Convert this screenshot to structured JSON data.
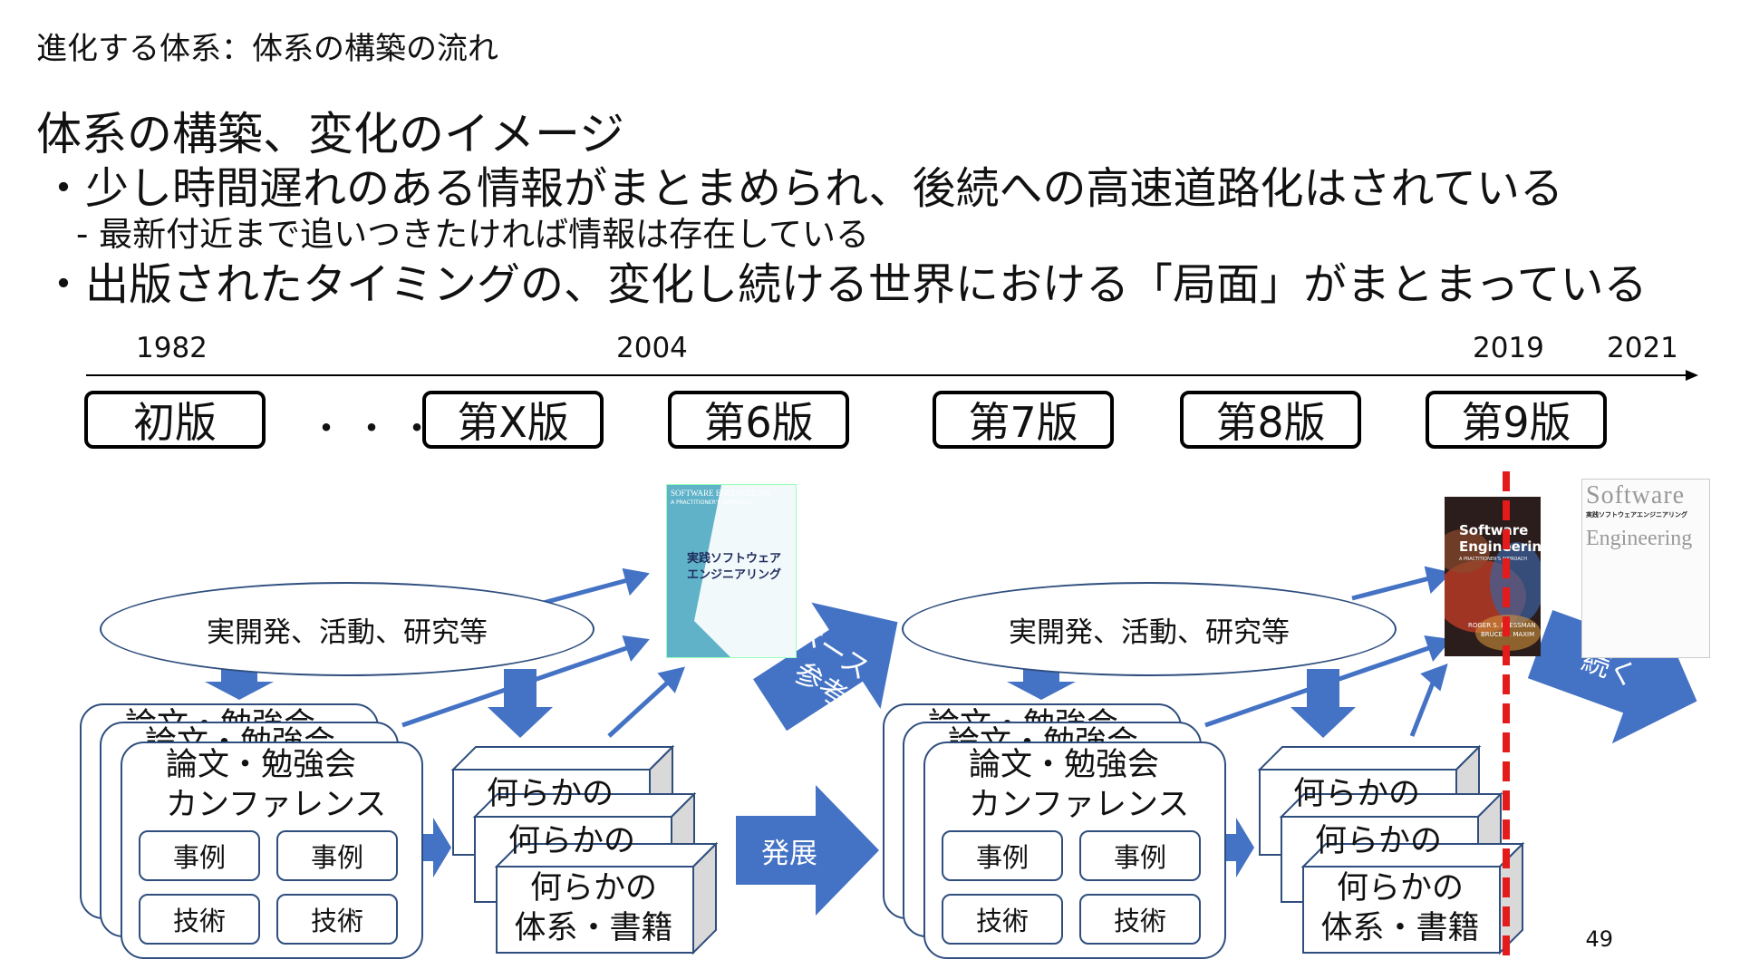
{
  "slide_title": "進化する体系：体系の構築の流れ",
  "heading": "体系の構築、変化のイメージ",
  "bullets": {
    "b1": "・少し時間遅れのある情報がまとまめられ、後続への高速道路化はされている",
    "b1_sub": "- 最新付近まで追いつきたければ情報は存在している",
    "b2": "・出版されたタイミングの、変化し続ける世界における「局面」がまとまっている"
  },
  "timeline": {
    "years": [
      "1982",
      "2004",
      "2019",
      "2021"
    ],
    "dots": "・・・",
    "editions": [
      "初版",
      "第X版",
      "第6版",
      "第7版",
      "第8版",
      "第9版"
    ]
  },
  "left_group": {
    "ellipse": "実開発、活動、研究等",
    "card_back_title": "論文・勉強会",
    "card_title_1": "論文・勉強会",
    "card_title_2": "カンファレンス",
    "pills": [
      "事例",
      "事例",
      "技術",
      "技術"
    ],
    "cube_back": "何らかの",
    "cube_front_1": "何らかの",
    "cube_front_2": "体系・書籍"
  },
  "right_group": {
    "ellipse": "実開発、活動、研究等",
    "card_back_title": "論文・勉強会",
    "card_title_1": "論文・勉強会",
    "card_title_2": "カンファレンス",
    "pills": [
      "事例",
      "事例",
      "技術",
      "技術"
    ],
    "cube_back": "何らかの",
    "cube_front_1": "何らかの",
    "cube_front_2": "体系・書籍"
  },
  "arrows": {
    "base_1": "ベース",
    "base_2": "参考",
    "develop": "発展",
    "continue": "続く"
  },
  "books": {
    "book1_en": "SOFTWARE ENGINEERING",
    "book1_en_sub": "A PRACTITIONER'S APPROACH",
    "book1_jp_1": "実践ソフトウェア",
    "book1_jp_2": "エンジニアリング",
    "book2_title_1": "Software",
    "book2_title_2": "Engineering",
    "book2_sub": "A PRACTITIONER'S APPROACH",
    "book2_authors": "ROGER S. PRESSMAN",
    "book2_authors_2": "BRUCE R. MAXIM",
    "book3_title_1": "Software",
    "book3_jp": "実践ソフトウェアエンジニアリング",
    "book3_title_2": "Engineering"
  },
  "page_number": "49",
  "colors": {
    "accent_blue": "#4472c4",
    "outline_blue": "#2f4e7e",
    "cube_side": "#d9d9d9",
    "marker_red": "#e31b1b"
  }
}
